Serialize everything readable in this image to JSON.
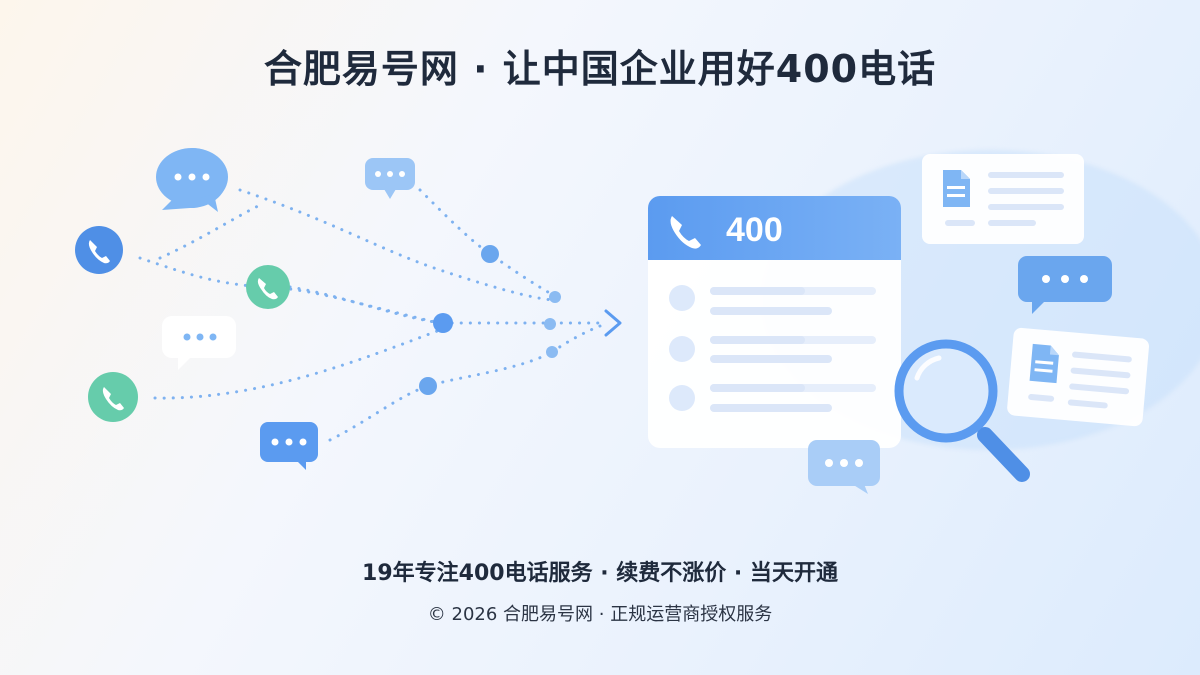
{
  "header": {
    "title": "合肥易号网 · 让中国企业用好400电话"
  },
  "illustration": {
    "card_number": "400",
    "colors": {
      "primary_blue": "#5b9bf0",
      "green": "#5cc8a0",
      "light_blue": "#a9cdf7"
    }
  },
  "footer": {
    "tagline": "19年专注400电话服务 · 续费不涨价 · 当天开通",
    "copyright": "© 2026 合肥易号网 · 正规运营商授权服务"
  }
}
